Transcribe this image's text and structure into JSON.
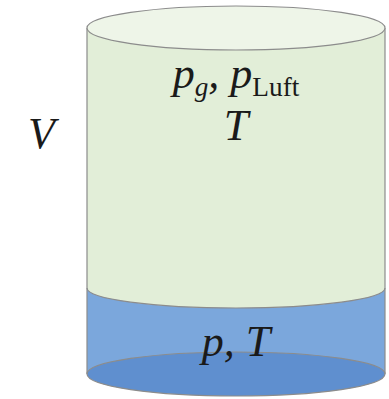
{
  "diagram": {
    "nodes": [
      {
        "text": [
          "pg, pLuft",
          "T"
        ]
      },
      {
        "text": [
          "p, T"
        ]
      }
    ],
    "labels": [
      "V"
    ]
  }
}
